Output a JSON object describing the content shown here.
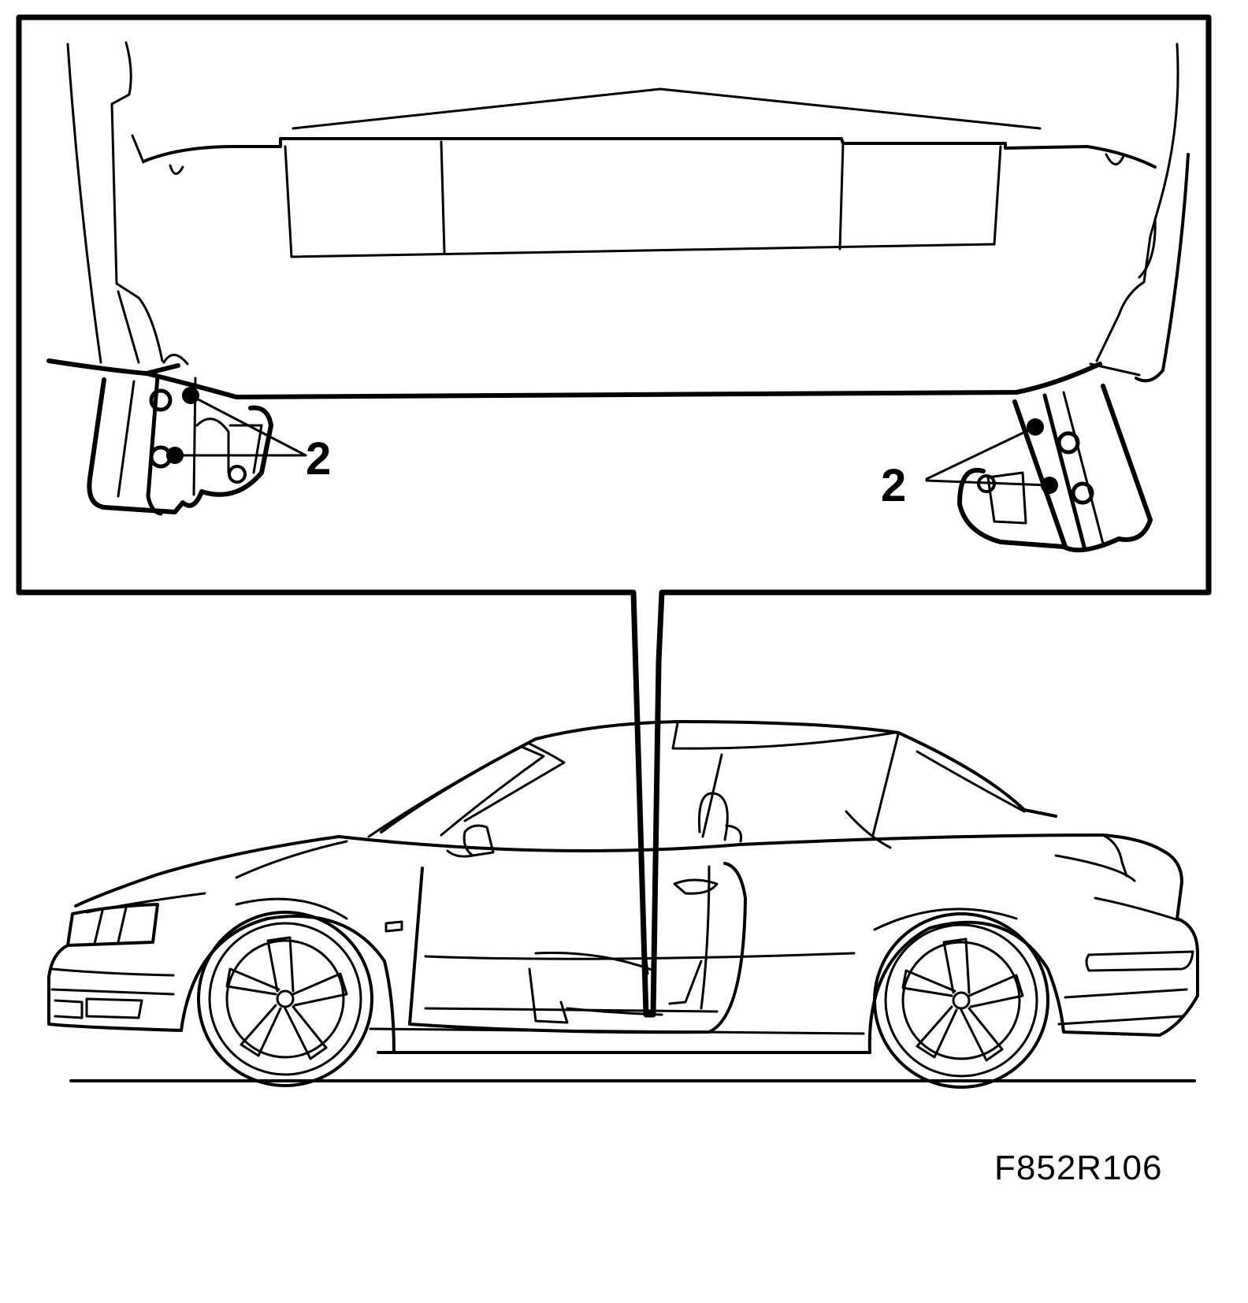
{
  "diagram": {
    "callouts": [
      {
        "id": "left",
        "label": "2"
      },
      {
        "id": "right",
        "label": "2"
      }
    ],
    "figure_id": "F852R106"
  }
}
